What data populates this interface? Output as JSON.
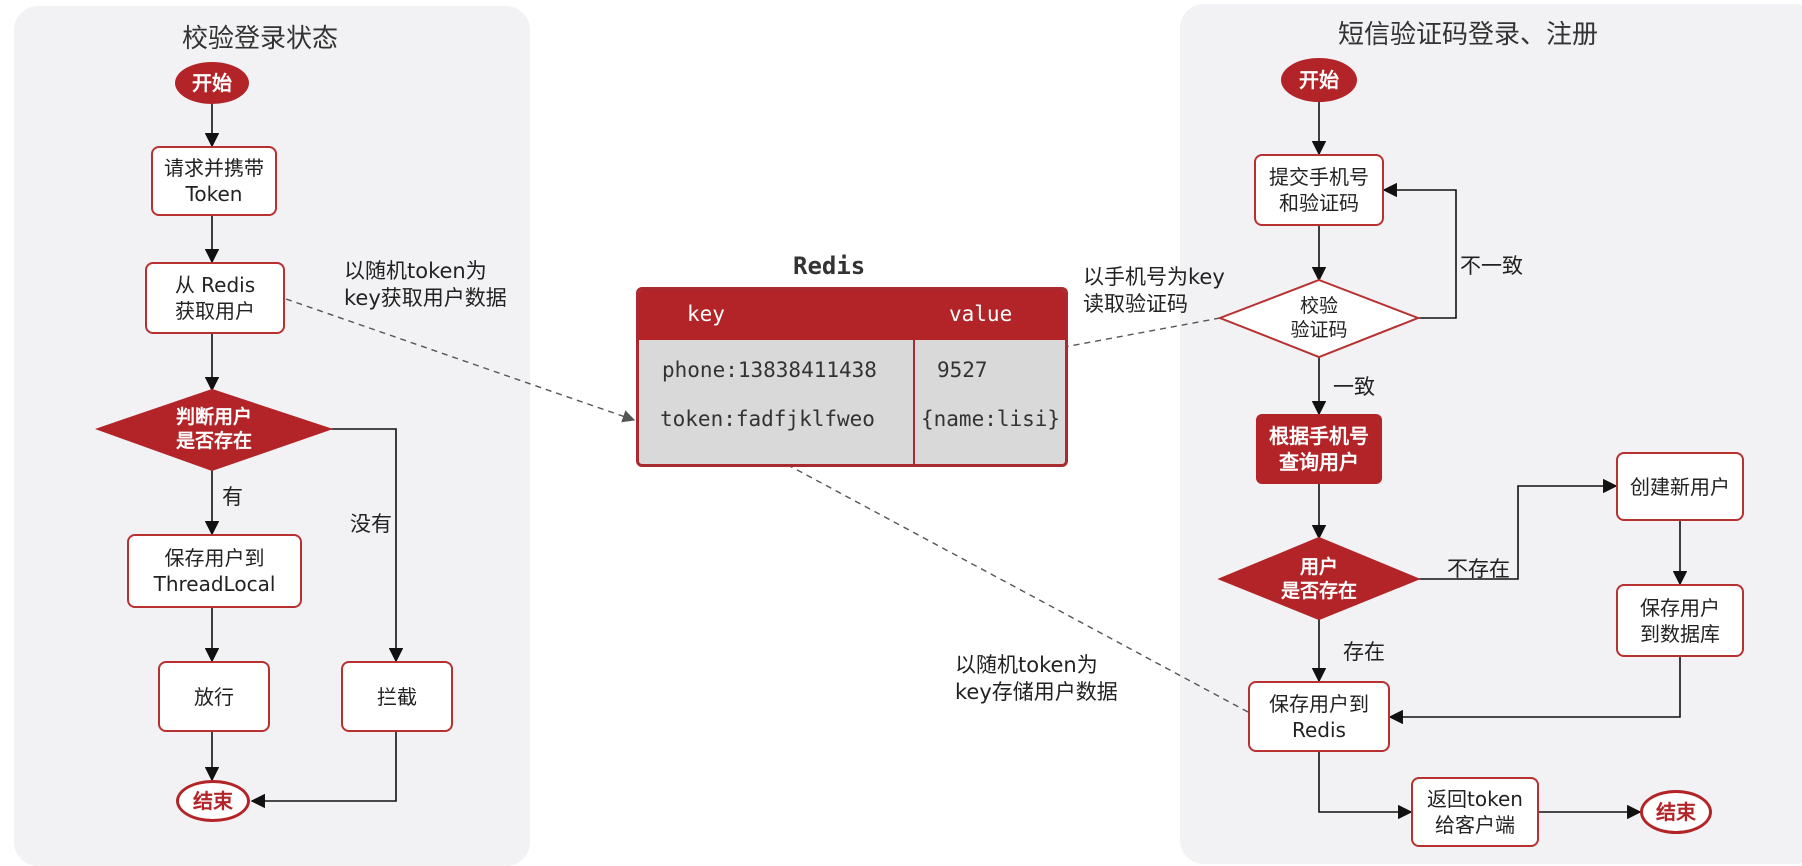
{
  "left_panel": {
    "title": "校验登录状态",
    "start": "开始",
    "request": "请求并携带\nToken",
    "get_user": "从 Redis\n获取用户",
    "check_user": "判断用户\n是否存在",
    "yes_label": "有",
    "no_label": "没有",
    "save_threadlocal": "保存用户到\nThreadLocal",
    "pass": "放行",
    "intercept": "拦截",
    "end": "结束"
  },
  "annotations": {
    "fetch_by_token": "以随机token为\nkey获取用户数据",
    "read_by_phone": "以手机号为key\n读取验证码",
    "store_by_token": "以随机token为\nkey存储用户数据"
  },
  "redis": {
    "title": "Redis",
    "key_header": "key",
    "value_header": "value",
    "rows": [
      {
        "key": "phone:13838411438",
        "value": "9527"
      },
      {
        "key": "token:fadfjklfweo",
        "value": "{name:lisi}"
      }
    ]
  },
  "right_panel": {
    "title": "短信验证码登录、注册",
    "start": "开始",
    "submit": "提交手机号\n和验证码",
    "verify": "校验\n验证码",
    "mismatch": "不一致",
    "match": "一致",
    "query_user": "根据手机号\n查询用户",
    "user_exists": "用户\n是否存在",
    "not_exists": "不存在",
    "exists": "存在",
    "create_user": "创建新用户",
    "save_db": "保存用户\n到数据库",
    "save_redis": "保存用户到\nRedis",
    "return_token": "返回token\n给客户端",
    "end": "结束"
  },
  "colors": {
    "accent": "#b32428",
    "panel_bg": "#f2f2f4",
    "table_bg": "#d9d9d9"
  }
}
